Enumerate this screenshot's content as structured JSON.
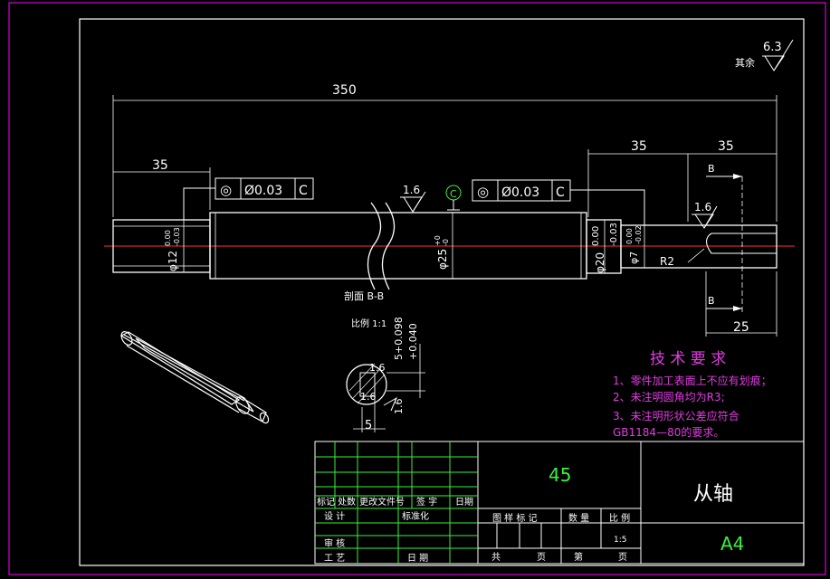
{
  "drawing": {
    "surface_roughness_note": {
      "label": "其余",
      "value": "6.3"
    },
    "dimensions": {
      "overall_length": "350",
      "left_shoulder": "35",
      "right_shoulder_a": "35",
      "right_shoulder_b": "35",
      "keyway_length": "25",
      "diameter_left": "φ12",
      "diameter_left_tol_upper": "0.00",
      "diameter_left_tol_lower": "-0.03",
      "diameter_mid": "φ25",
      "diameter_mid_tol_upper": "+0",
      "diameter_mid_tol_lower": "-0",
      "diameter_right": "φ20",
      "diameter_right_tol_upper": "0.00",
      "diameter_right_tol_lower": "-0.03",
      "diameter_end": "φ7",
      "diameter_end_tol_upper": "0.00",
      "diameter_end_tol_lower": "-0.02",
      "fillet": "R2",
      "roughness_mid": "1.6",
      "roughness_end": "1.6",
      "datum": "C"
    },
    "tolerance_frames": [
      {
        "symbol": "◎",
        "value": "Ø0.03",
        "datum": "C"
      },
      {
        "symbol": "◎",
        "value": "Ø0.03",
        "datum": "C"
      }
    ],
    "section": {
      "label": "剖面 B-B",
      "scale": "比例 1:1",
      "tol_top": "5+0.098",
      "tol_bottom": "+0.040",
      "rough_a": "1.6",
      "rough_b": "1.6",
      "rough_c": "1.6",
      "width": "5",
      "cut_mark": "B"
    },
    "technical_requirements": {
      "title": "技 术 要 求",
      "items": [
        "1、零件加工表面上不应有划痕；",
        "2、未注明圆角均为R3;",
        "3、未注明形状公差应符合",
        "GB1184—80的要求。"
      ]
    }
  },
  "title_block": {
    "material": "45",
    "part_name": "从轴",
    "sheet_size": "A4",
    "scale": "1:5",
    "labels": {
      "biaoji": "标记",
      "chushu": "处数",
      "gengai": "更改文件号",
      "qianzi": "签 字",
      "riqi": "日期",
      "sheji": "设 计",
      "biaozhunhua": "标准化",
      "tuyang": "图 样 标 记",
      "zhongliang": "数 量",
      "bili": "比 例",
      "shenhe": "审 核",
      "gongyi": "工 艺",
      "riqi2": "日 期",
      "gong": "共",
      "ye": "页",
      "di": "第",
      "ye2": "页"
    }
  },
  "colors": {
    "outline": "#ff00ff",
    "line": "#ffffff",
    "dim": "#ffffff",
    "table": "#3cf03c",
    "center": "#ff2020",
    "text_magenta": "#e23be2"
  }
}
